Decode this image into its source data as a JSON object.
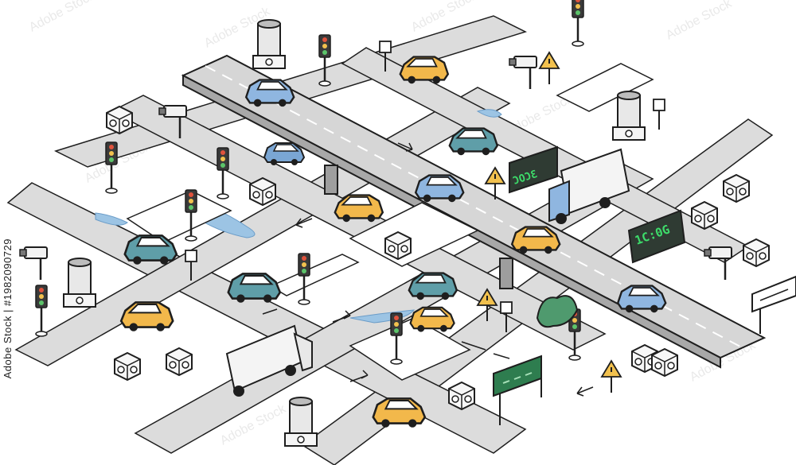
{
  "illustration": {
    "subject": "isometric city intersection with overpass",
    "palette": {
      "road": "#dcdcdc",
      "road_edge": "#ffffff",
      "outline": "#1e1e1e",
      "car_blue": "#8fb6e0",
      "car_teal": "#5f9ea8",
      "car_yellow": "#f2b84b",
      "truck": "#f4f4f4",
      "sign_green": "#2e7d4f",
      "water": "#9cc4e4",
      "warning": "#f2c14e"
    }
  },
  "displays": {
    "clock_right": "1C:0G",
    "board_center": "ƆОƆƐ"
  },
  "stock_caption": "Adobe Stock | #1982090729",
  "watermark": "Adobe Stock"
}
